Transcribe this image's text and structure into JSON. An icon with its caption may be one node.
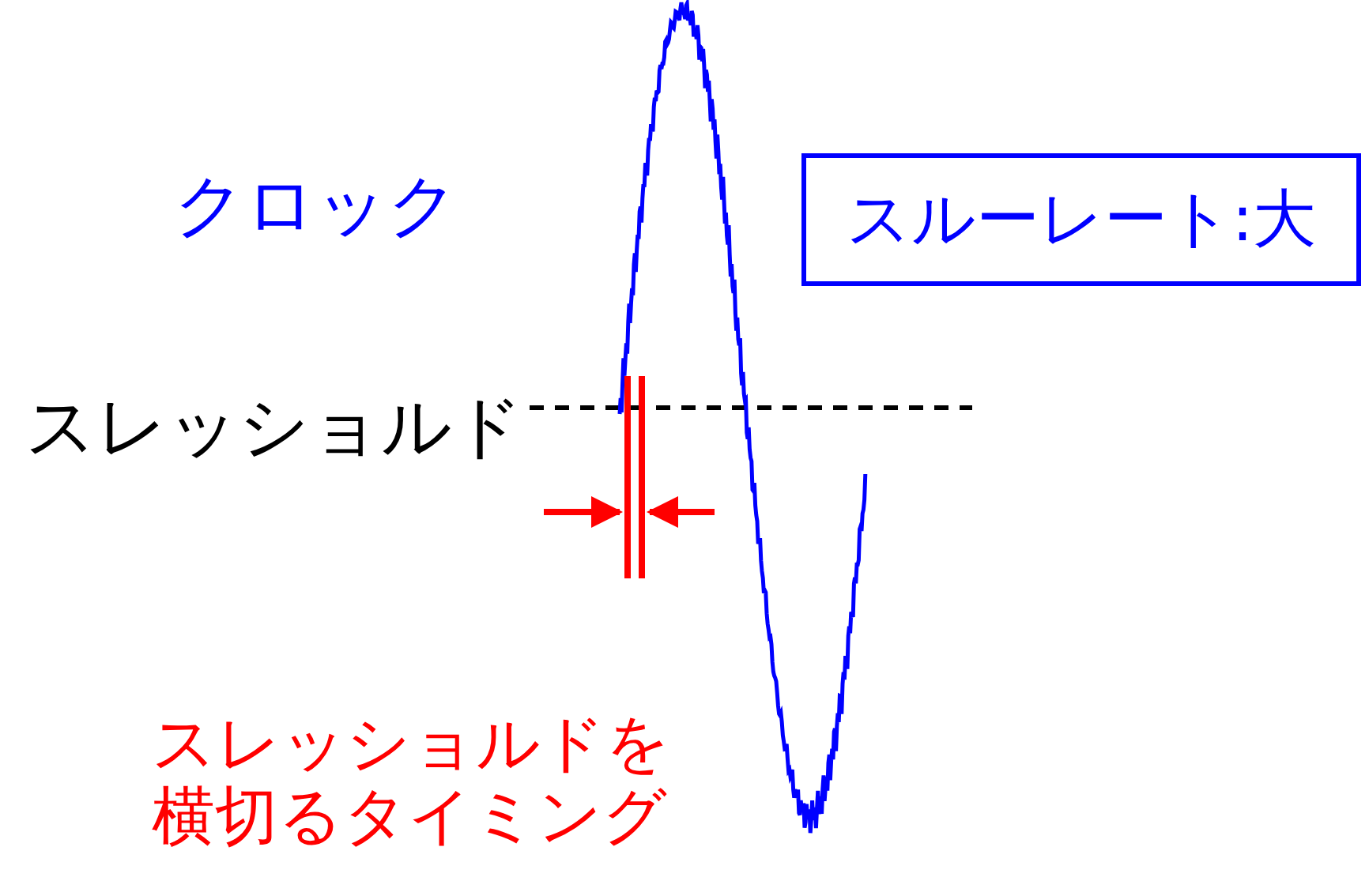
{
  "diagram": {
    "nodes": [
      {
        "text": [
          "スルーレート:大"
        ]
      }
    ],
    "labels": [
      "クロック",
      "スレッショルド",
      "スレッショルドを横切るタイミング"
    ]
  }
}
